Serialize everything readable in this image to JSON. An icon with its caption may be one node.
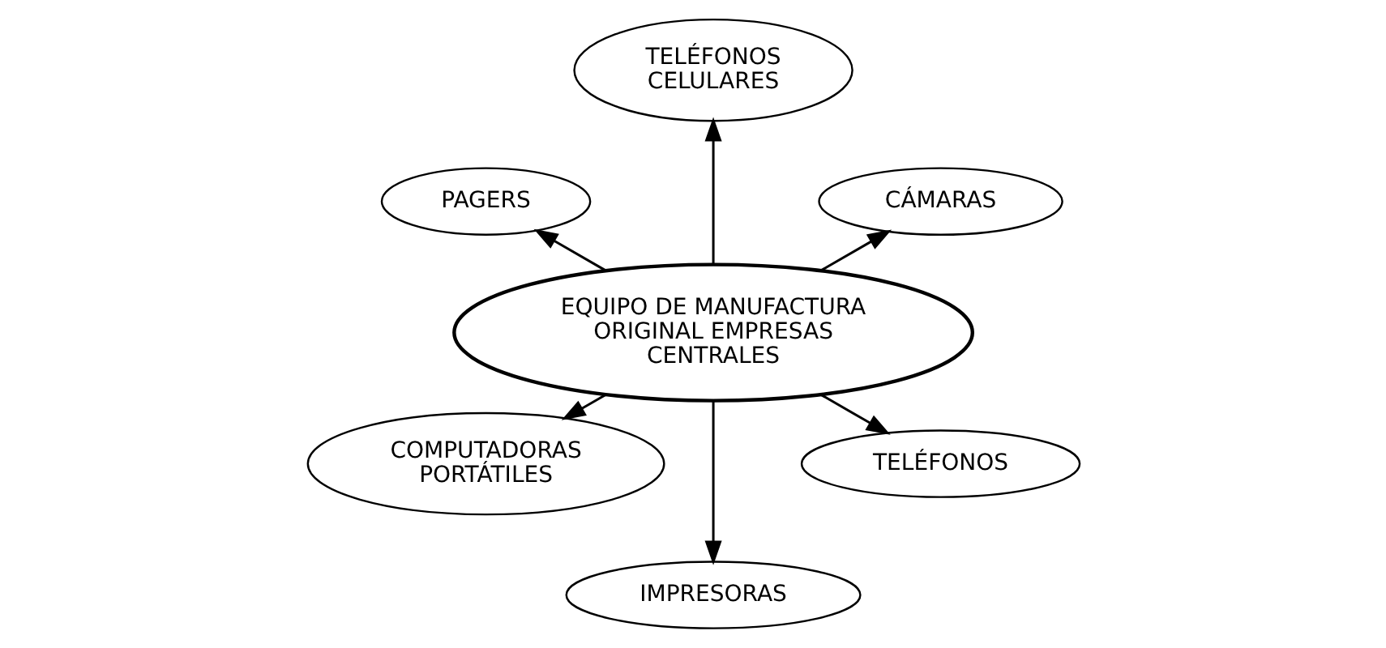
{
  "diagram": {
    "nodes": [
      {
        "text": [
          "EQUIPO DE MANUFACTURA ORIGINAL EMPRESAS CENTRALES"
        ]
      },
      {
        "text": [
          "CÁMARAS"
        ]
      },
      {
        "text": [
          "TELÉFONOS CELULARES"
        ]
      },
      {
        "text": [
          "PAGERS"
        ]
      },
      {
        "text": [
          "COMPUTADORAS PORTÁTILES"
        ]
      },
      {
        "text": [
          "IMPRESORAS"
        ]
      },
      {
        "text": [
          "TELÉFONOS"
        ]
      }
    ],
    "edges": [
      {
        "from": 0,
        "to": 1,
        "arrow": "to"
      },
      {
        "from": 0,
        "to": 2,
        "arrow": "to"
      },
      {
        "from": 0,
        "to": 3,
        "arrow": "to"
      },
      {
        "from": 0,
        "to": 4,
        "arrow": "to"
      },
      {
        "from": 0,
        "to": 5,
        "arrow": "to"
      },
      {
        "from": 0,
        "to": 6,
        "arrow": "to"
      }
    ]
  }
}
